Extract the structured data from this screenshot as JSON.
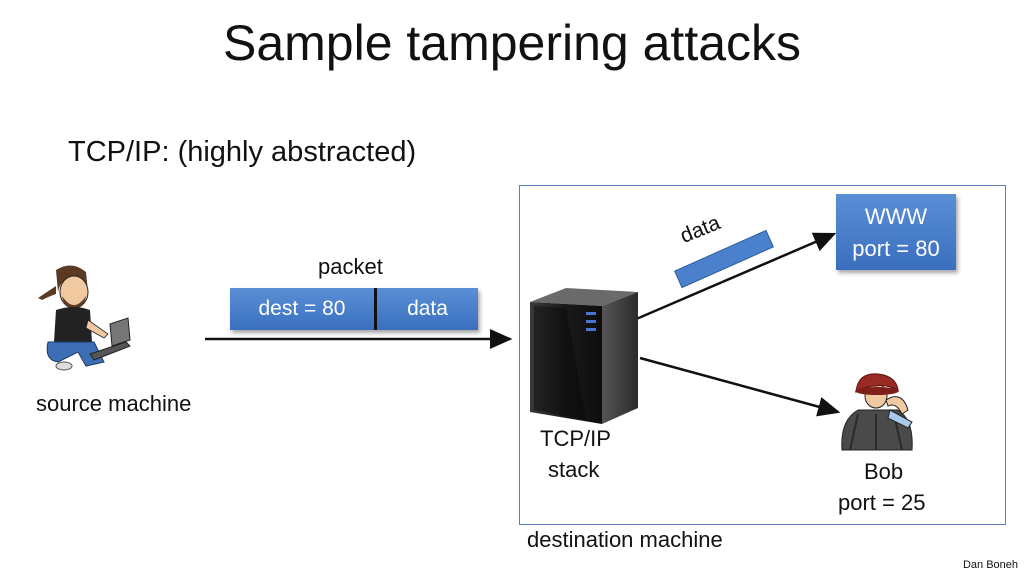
{
  "slide": {
    "title": "Sample tampering attacks",
    "subtitle": "TCP/IP:   (highly abstracted)",
    "credit": "Dan Boneh"
  },
  "source": {
    "label": "source machine"
  },
  "packet": {
    "label": "packet",
    "dest": "dest = 80",
    "data": "data"
  },
  "floating_data": {
    "label": "data"
  },
  "stack": {
    "line1": "TCP/IP",
    "line2": "stack"
  },
  "destination": {
    "label": "destination machine"
  },
  "www": {
    "line1": "WWW",
    "line2": "port = 80"
  },
  "bob": {
    "line1": "Bob",
    "line2": "port = 25"
  },
  "colors": {
    "accent_blue": "#4a80cc",
    "frame_blue": "#5b7fb8"
  },
  "icons": [
    "user-laptop-icon",
    "server-tower-icon",
    "hooded-attacker-icon"
  ]
}
